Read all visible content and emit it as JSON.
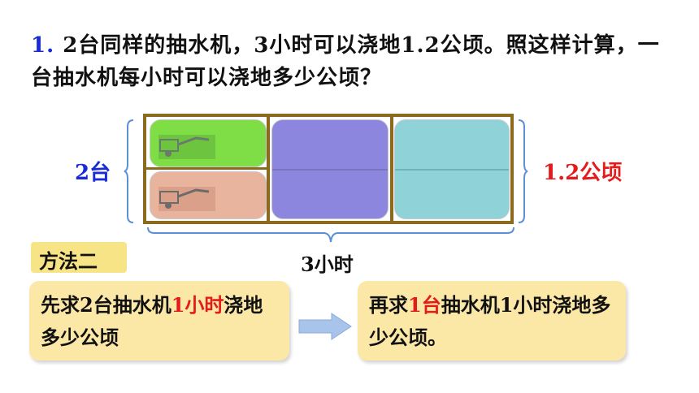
{
  "question": {
    "number": "1.",
    "text": " 2台同样的抽水机，3小时可以浇地1.2公顷。照这样计算，一台抽水机每小时可以浇地多少公顷？"
  },
  "diagram": {
    "left_label": "2台",
    "right_label": "1.2公顷",
    "bottom_label": "3小时"
  },
  "method": {
    "tag": "方法二",
    "step1": {
      "pre": "先求2台抽水机",
      "highlight": "1小时",
      "post": "浇地多少公顷"
    },
    "step2": {
      "pre": "再求",
      "highlight": "1台",
      "post": "抽水机1小时浇地多少公顷。"
    }
  },
  "colors": {
    "cell_green": "#7fde45",
    "cell_peach": "#e9b49e",
    "cell_purple": "#8c86df",
    "cell_cyan": "#8fd3d9",
    "highlight_red": "#e41b1b",
    "number_blue": "#1a2bd6"
  }
}
